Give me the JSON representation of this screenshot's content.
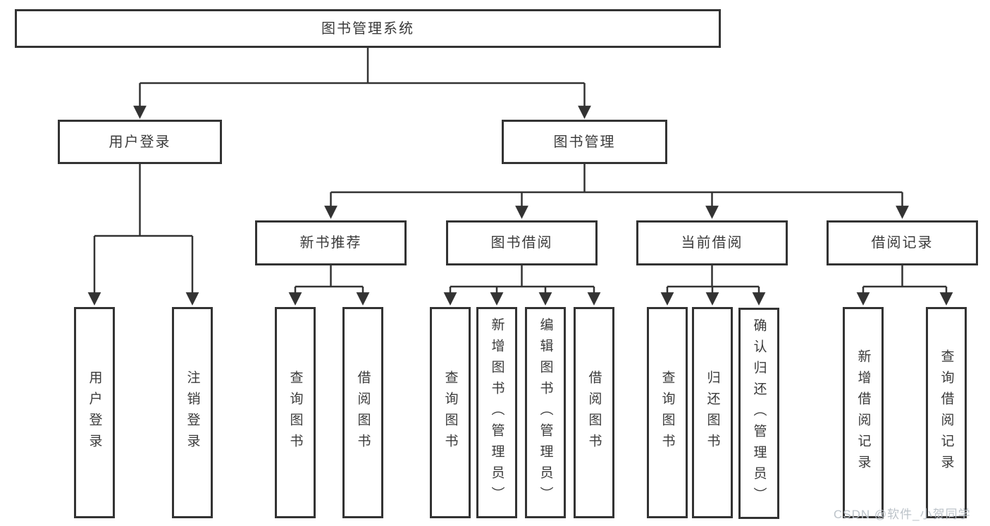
{
  "diagram_title": "图书管理系统",
  "colors": {
    "line": "#333333",
    "text": "#3b3b3b",
    "watermark": "#b9c0c7",
    "background": "#ffffff"
  },
  "watermark": {
    "text": "CSDN @软件_小贺同学"
  },
  "tree": {
    "root": {
      "label": "图书管理系统",
      "children": [
        {
          "label": "用户登录",
          "children": [
            {
              "label": "用户登录"
            },
            {
              "label": "注销登录"
            }
          ]
        },
        {
          "label": "图书管理",
          "children": [
            {
              "label": "新书推荐",
              "children": [
                {
                  "label": "查询图书"
                },
                {
                  "label": "借阅图书"
                }
              ]
            },
            {
              "label": "图书借阅",
              "children": [
                {
                  "label": "查询图书"
                },
                {
                  "label": "新增图书（管理员）"
                },
                {
                  "label": "编辑图书（管理员）"
                },
                {
                  "label": "借阅图书"
                }
              ]
            },
            {
              "label": "当前借阅",
              "children": [
                {
                  "label": "查询图书"
                },
                {
                  "label": "归还图书"
                },
                {
                  "label": "确认归还（管理员）"
                }
              ]
            },
            {
              "label": "借阅记录",
              "children": [
                {
                  "label": "新增借阅记录"
                },
                {
                  "label": "查询借阅记录"
                }
              ]
            }
          ]
        }
      ]
    }
  }
}
